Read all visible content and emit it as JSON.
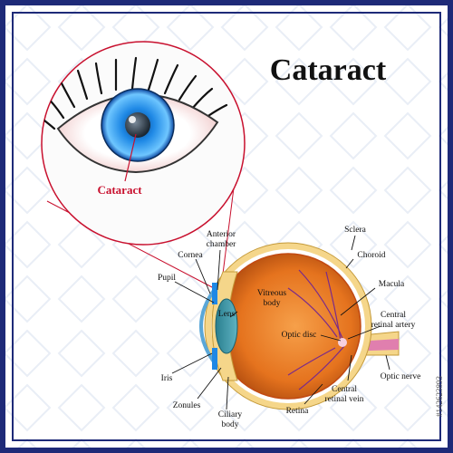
{
  "title": "Cataract",
  "zoom_label": "Cataract",
  "watermark": "#142623893",
  "labels": {
    "anterior_chamber_1": "Anterior",
    "anterior_chamber_2": "chamber",
    "cornea": "Cornea",
    "pupil": "Pupil",
    "lens": "Lens",
    "vitreous_1": "Vitreous",
    "vitreous_2": "body",
    "sclera": "Sclera",
    "choroid": "Choroid",
    "macula": "Macula",
    "central_artery_1": "Central",
    "central_artery_2": "retinal artery",
    "optic_disc": "Optic disc",
    "optic_nerve": "Optic nerve",
    "iris": "Iris",
    "zonules": "Zonules",
    "ciliary_1": "Ciliary",
    "ciliary_2": "body",
    "retina": "Retina",
    "central_vein_1": "Central",
    "central_vein_2": "retinal vein"
  },
  "colors": {
    "frame": "#1e2a78",
    "accent_red": "#c8102e",
    "iris_blue": "#1e88e5",
    "eyeball_orange": "#e5731e",
    "sclera_yellow": "#f5d68a"
  }
}
